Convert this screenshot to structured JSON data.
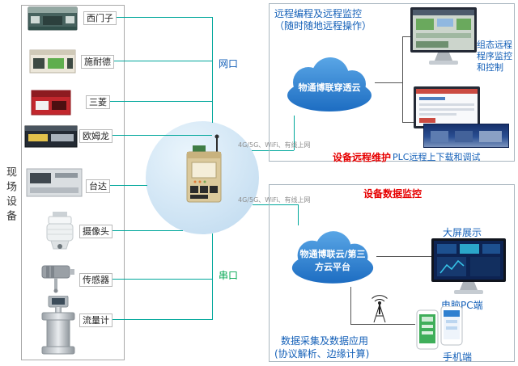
{
  "left_panel": {
    "vertical_label": "现场设备",
    "devices": [
      {
        "name": "siemens",
        "label": "西门子"
      },
      {
        "name": "schneider",
        "label": "施耐德"
      },
      {
        "name": "mitsubishi",
        "label": "三菱"
      },
      {
        "name": "omron",
        "label": "欧姆龙"
      },
      {
        "name": "delta",
        "label": "台达"
      },
      {
        "name": "camera",
        "label": "摄像头"
      },
      {
        "name": "sensor",
        "label": "传感器"
      },
      {
        "name": "flowmeter",
        "label": "流量计"
      }
    ]
  },
  "center": {
    "device": "industrial-iot-gateway",
    "lan_label": "网口",
    "serial_label": "串口"
  },
  "links": {
    "wan_top": "4G/5G、WiFi、有线上网",
    "wan_bottom": "4G/5G、WiFi、有线上网"
  },
  "remote_panel": {
    "title": "远程编程及远程监控",
    "subtitle": "（随时随地远程操作）",
    "cloud": "物通博联穿透云",
    "caption_scada": "组态远程程序监控和控制",
    "caption_plc": "PLC远程上下载和调试",
    "badge": "设备远程维护"
  },
  "data_panel": {
    "badge": "设备数据监控",
    "cloud_line1": "物通博联云/第三",
    "cloud_line2": "方云平台",
    "caption_screen": "大屏展示",
    "caption_pc": "电脑PC端",
    "caption_phone": "手机端",
    "footer_line1": "数据采集及数据应用",
    "footer_line2": "(协议解析、边缘计算)"
  },
  "colors": {
    "connector": "#00a79b",
    "accent_blue": "#1460b8",
    "alert_red": "#e60000",
    "serial_green": "#00a651",
    "cloud_blue": "#1a6ac0",
    "circle_fill": "#cfe4f4"
  }
}
